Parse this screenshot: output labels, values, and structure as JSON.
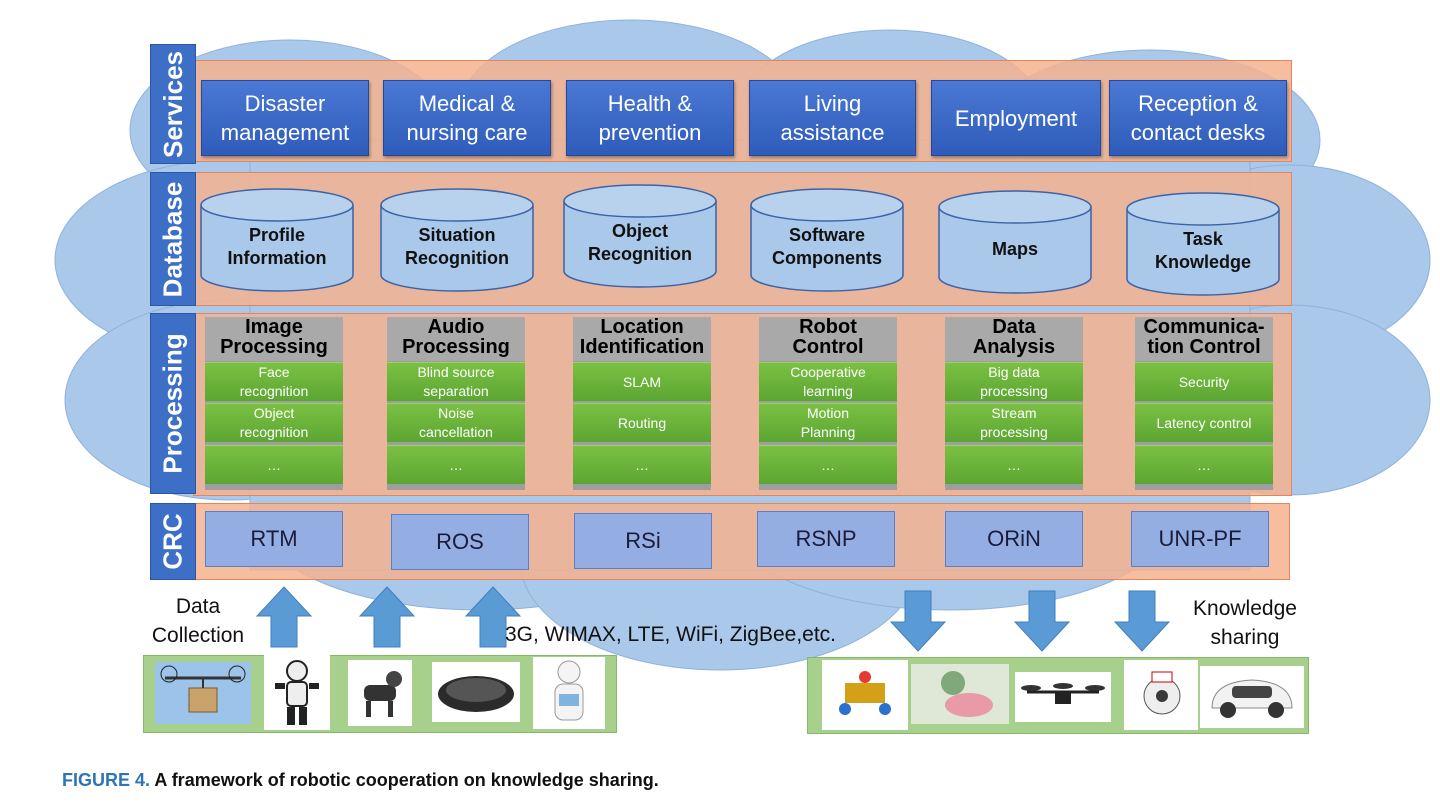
{
  "side_labels": {
    "services": "Services",
    "database": "Database",
    "processing": "Processing",
    "crc": "CRC"
  },
  "services": [
    "Disaster\nmanagement",
    "Medical &\nnursing care",
    "Health &\nprevention",
    "Living\nassistance",
    "Employment",
    "Reception &\ncontact desks"
  ],
  "databases": [
    "Profile\nInformation",
    "Situation\nRecognition",
    "Object\nRecognition",
    "Software\nComponents",
    "Maps",
    "Task\nKnowledge"
  ],
  "processing": [
    {
      "title": "Image\nProcessing",
      "items": [
        "Face\nrecognition",
        "Object\nrecognition",
        "…"
      ]
    },
    {
      "title": "Audio\nProcessing",
      "items": [
        "Blind source\nseparation",
        "Noise\ncancellation",
        "…"
      ]
    },
    {
      "title": "Location\nIdentification",
      "items": [
        "SLAM",
        "Routing",
        "…"
      ]
    },
    {
      "title": "Robot\nControl",
      "items": [
        "Cooperative\nlearning",
        "Motion\nPlanning",
        "…"
      ]
    },
    {
      "title": "Data\nAnalysis",
      "items": [
        "Big data\nprocessing",
        "Stream\nprocessing",
        "…"
      ]
    },
    {
      "title": "Communica-\ntion Control",
      "items": [
        "Security",
        "Latency control",
        "…"
      ]
    }
  ],
  "crc": [
    "RTM",
    "ROS",
    "RSi",
    "RSNP",
    "ORiN",
    "UNR-PF"
  ],
  "notes": {
    "data_collection": "Data\nCollection",
    "networks": "3G, WIMAX, LTE, WiFi, ZigBee,etc.",
    "knowledge_sharing": "Knowledge\nsharing"
  },
  "caption": {
    "figure": "FIGURE 4.",
    "text": "A framework of robotic cooperation on knowledge sharing."
  },
  "robots_left": [
    "drone-delivery",
    "humanoid-robot",
    "robot-dog",
    "robot-vacuum",
    "pepper-robot"
  ],
  "robots_right": [
    "robot-kit",
    "care-robot",
    "hexacopter-drone",
    "nurse-robot",
    "self-driving-car"
  ],
  "colors": {
    "cloud": "#a9c8ea",
    "band": "#f4b18e",
    "side_label": "#3d6fc7",
    "service_box": "#3a68c8",
    "proc_green": "#6bb43a",
    "crc_box": "#94aee3",
    "arrow": "#5b9bd5",
    "caption_fig": "#2f75b5"
  }
}
